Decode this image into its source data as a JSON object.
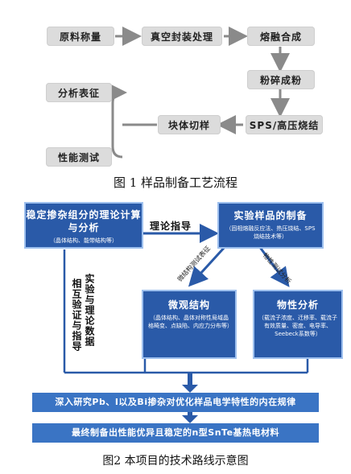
{
  "fig1": {
    "steps": {
      "raw_weighing": "原料称量",
      "vacuum_seal": "真空封装处理",
      "melt": "熔融合成",
      "crush": "粉碎成粉",
      "sintering": "SPS/高压烧结",
      "cutting": "块体切样",
      "analysis": "分析表征",
      "testing": "性能测试"
    },
    "caption": "图 1 样品制备工艺流程"
  },
  "fig2": {
    "theory": {
      "title": "稳定掺杂组分的理论计算与分析",
      "sub": "（晶体结构、能带结构等）"
    },
    "experiment": {
      "title": "实验样品的制备",
      "sub": "（固相熔融反应法、热压烧结、SPS烧结技术等）"
    },
    "theory_guidance": "理论指导",
    "mutual": "相互验证与指导",
    "exp_data": "实验与理论数据",
    "micro_label": "微结构测试表征",
    "prop_label": "物性测试分析",
    "micro": {
      "title": "微观结构",
      "sub": "（晶体结构、晶体对称性局域晶格畸变、点缺陷、内应力分布等）"
    },
    "prop": {
      "title": "物性分析",
      "sub": "（载流子浓度、迁移率、载流子有效质量、密度、电导率、Seebeck系数等）"
    },
    "banner1": "深入研究Pb、I以及Bi掺杂对优化样品电学特性的内在规律",
    "banner2": "最终制备出性能优异且稳定的n型SnTe基热电材料",
    "caption": "图2 本项目的技术路线示意图"
  }
}
